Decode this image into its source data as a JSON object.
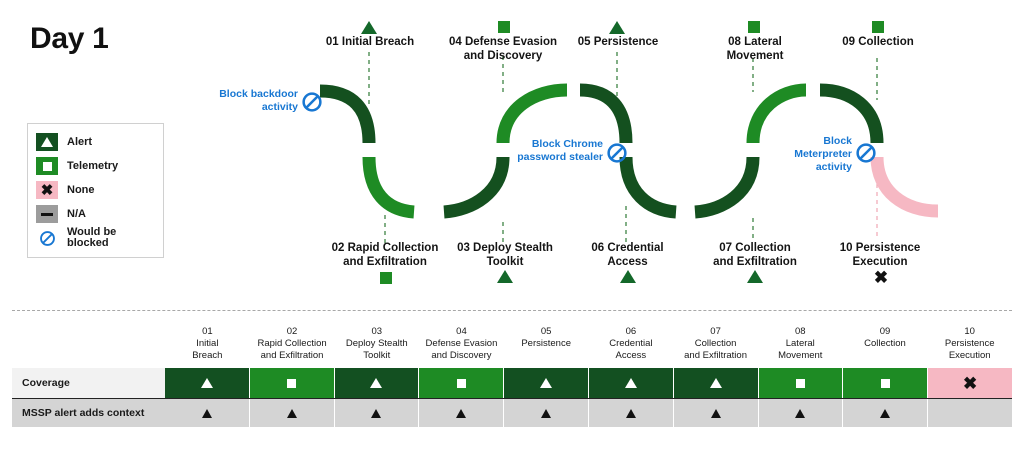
{
  "title": "Day 1",
  "colors": {
    "dark_green": "#14682A",
    "deep_green": "#135021",
    "mid_green": "#1E8B24",
    "pink": "#F6B8C3",
    "blue": "#1877d2",
    "grey": "#9c9c9c",
    "row_grey": "#d4d4d4"
  },
  "legend": {
    "items": [
      {
        "label": "Alert",
        "icon": "triangle-icon",
        "swatch": "#135021"
      },
      {
        "label": "Telemetry",
        "icon": "square-icon",
        "swatch": "#1E8B24"
      },
      {
        "label": "None",
        "icon": "x-icon",
        "swatch": "#F6B8C3"
      },
      {
        "label": "N/A",
        "icon": "dash-icon",
        "swatch": "#9c9c9c"
      },
      {
        "label": "Would be blocked",
        "icon": "blocked-icon",
        "swatch": "#ffffff"
      }
    ]
  },
  "annotations": [
    {
      "text_line1": "Block backdoor",
      "text_line2": "activity",
      "icon": "blocked-icon"
    },
    {
      "text_line1": "Block Chrome",
      "text_line2": "password stealer",
      "icon": "blocked-icon"
    },
    {
      "text_line1": "Block",
      "text_line2": "Meterpreter",
      "text_line3": "activity",
      "icon": "blocked-icon"
    }
  ],
  "chart_data": {
    "type": "diagram",
    "title": "Day 1",
    "nodes": [
      {
        "num": "01",
        "name": "Initial Breach",
        "position": "top",
        "marker": "triangle",
        "marker_color": "#14682A"
      },
      {
        "num": "02",
        "name": "Rapid Collection and Exfiltration",
        "position": "bottom",
        "marker": "square",
        "marker_color": "#1E8B24"
      },
      {
        "num": "03",
        "name": "Deploy Stealth Toolkit",
        "position": "bottom",
        "marker": "triangle",
        "marker_color": "#14682A"
      },
      {
        "num": "04",
        "name": "Defense Evasion and Discovery",
        "position": "top",
        "marker": "square",
        "marker_color": "#1E8B24"
      },
      {
        "num": "05",
        "name": "Persistence",
        "position": "top",
        "marker": "triangle",
        "marker_color": "#14682A"
      },
      {
        "num": "06",
        "name": "Credential Access",
        "position": "bottom",
        "marker": "triangle",
        "marker_color": "#14682A"
      },
      {
        "num": "07",
        "name": "Collection and Exfiltration",
        "position": "bottom",
        "marker": "triangle",
        "marker_color": "#14682A"
      },
      {
        "num": "08",
        "name": "Lateral Movement",
        "position": "top",
        "marker": "square",
        "marker_color": "#1E8B24"
      },
      {
        "num": "09",
        "name": "Collection",
        "position": "top",
        "marker": "square",
        "marker_color": "#1E8B24"
      },
      {
        "num": "10",
        "name": "Persistence Execution",
        "position": "bottom",
        "marker": "x",
        "marker_color": "#111111"
      }
    ]
  },
  "node_labels": [
    {
      "num": "01",
      "line1": "01 Initial Breach",
      "line2": ""
    },
    {
      "num": "02",
      "line1": "02 Rapid Collection",
      "line2": "and Exfiltration"
    },
    {
      "num": "03",
      "line1": "03 Deploy Stealth",
      "line2": "Toolkit"
    },
    {
      "num": "04",
      "line1": "04 Defense Evasion",
      "line2": "and Discovery"
    },
    {
      "num": "05",
      "line1": "05 Persistence",
      "line2": ""
    },
    {
      "num": "06",
      "line1": "06 Credential",
      "line2": "Access"
    },
    {
      "num": "07",
      "line1": "07 Collection",
      "line2": "and Exfiltration"
    },
    {
      "num": "08",
      "line1": "08 Lateral",
      "line2": "Movement"
    },
    {
      "num": "09",
      "line1": "09 Collection",
      "line2": ""
    },
    {
      "num": "10",
      "line1": "10 Persistence",
      "line2": "Execution"
    }
  ],
  "table": {
    "columns": [
      {
        "num": "01",
        "line1": "Initial",
        "line2": "Breach"
      },
      {
        "num": "02",
        "line1": "Rapid Collection",
        "line2": "and Exfiltration"
      },
      {
        "num": "03",
        "line1": "Deploy Stealth",
        "line2": "Toolkit"
      },
      {
        "num": "04",
        "line1": "Defense Evasion",
        "line2": "and Discovery"
      },
      {
        "num": "05",
        "line1": "Persistence",
        "line2": ""
      },
      {
        "num": "06",
        "line1": "Credential",
        "line2": "Access"
      },
      {
        "num": "07",
        "line1": "Collection",
        "line2": "and Exfiltration"
      },
      {
        "num": "08",
        "line1": "Lateral",
        "line2": "Movement"
      },
      {
        "num": "09",
        "line1": "Collection",
        "line2": ""
      },
      {
        "num": "10",
        "line1": "Persistence",
        "line2": "Execution"
      }
    ],
    "rows": [
      {
        "label": "Coverage",
        "cells": [
          {
            "type": "alert",
            "bg": "#135021"
          },
          {
            "type": "telemetry",
            "bg": "#1E8B24"
          },
          {
            "type": "alert",
            "bg": "#135021"
          },
          {
            "type": "telemetry",
            "bg": "#1E8B24"
          },
          {
            "type": "alert",
            "bg": "#135021"
          },
          {
            "type": "alert",
            "bg": "#135021"
          },
          {
            "type": "alert",
            "bg": "#135021"
          },
          {
            "type": "telemetry",
            "bg": "#1E8B24"
          },
          {
            "type": "telemetry",
            "bg": "#1E8B24"
          },
          {
            "type": "none",
            "bg": "#F6B8C3"
          }
        ]
      },
      {
        "label": "MSSP alert adds context",
        "cells": [
          {
            "type": "alert-black",
            "bg": "#d4d4d4"
          },
          {
            "type": "alert-black",
            "bg": "#d4d4d4"
          },
          {
            "type": "alert-black",
            "bg": "#d4d4d4"
          },
          {
            "type": "alert-black",
            "bg": "#d4d4d4"
          },
          {
            "type": "alert-black",
            "bg": "#d4d4d4"
          },
          {
            "type": "alert-black",
            "bg": "#d4d4d4"
          },
          {
            "type": "alert-black",
            "bg": "#d4d4d4"
          },
          {
            "type": "alert-black",
            "bg": "#d4d4d4"
          },
          {
            "type": "alert-black",
            "bg": "#d4d4d4"
          },
          {
            "type": "empty",
            "bg": "#d4d4d4"
          }
        ]
      }
    ]
  }
}
